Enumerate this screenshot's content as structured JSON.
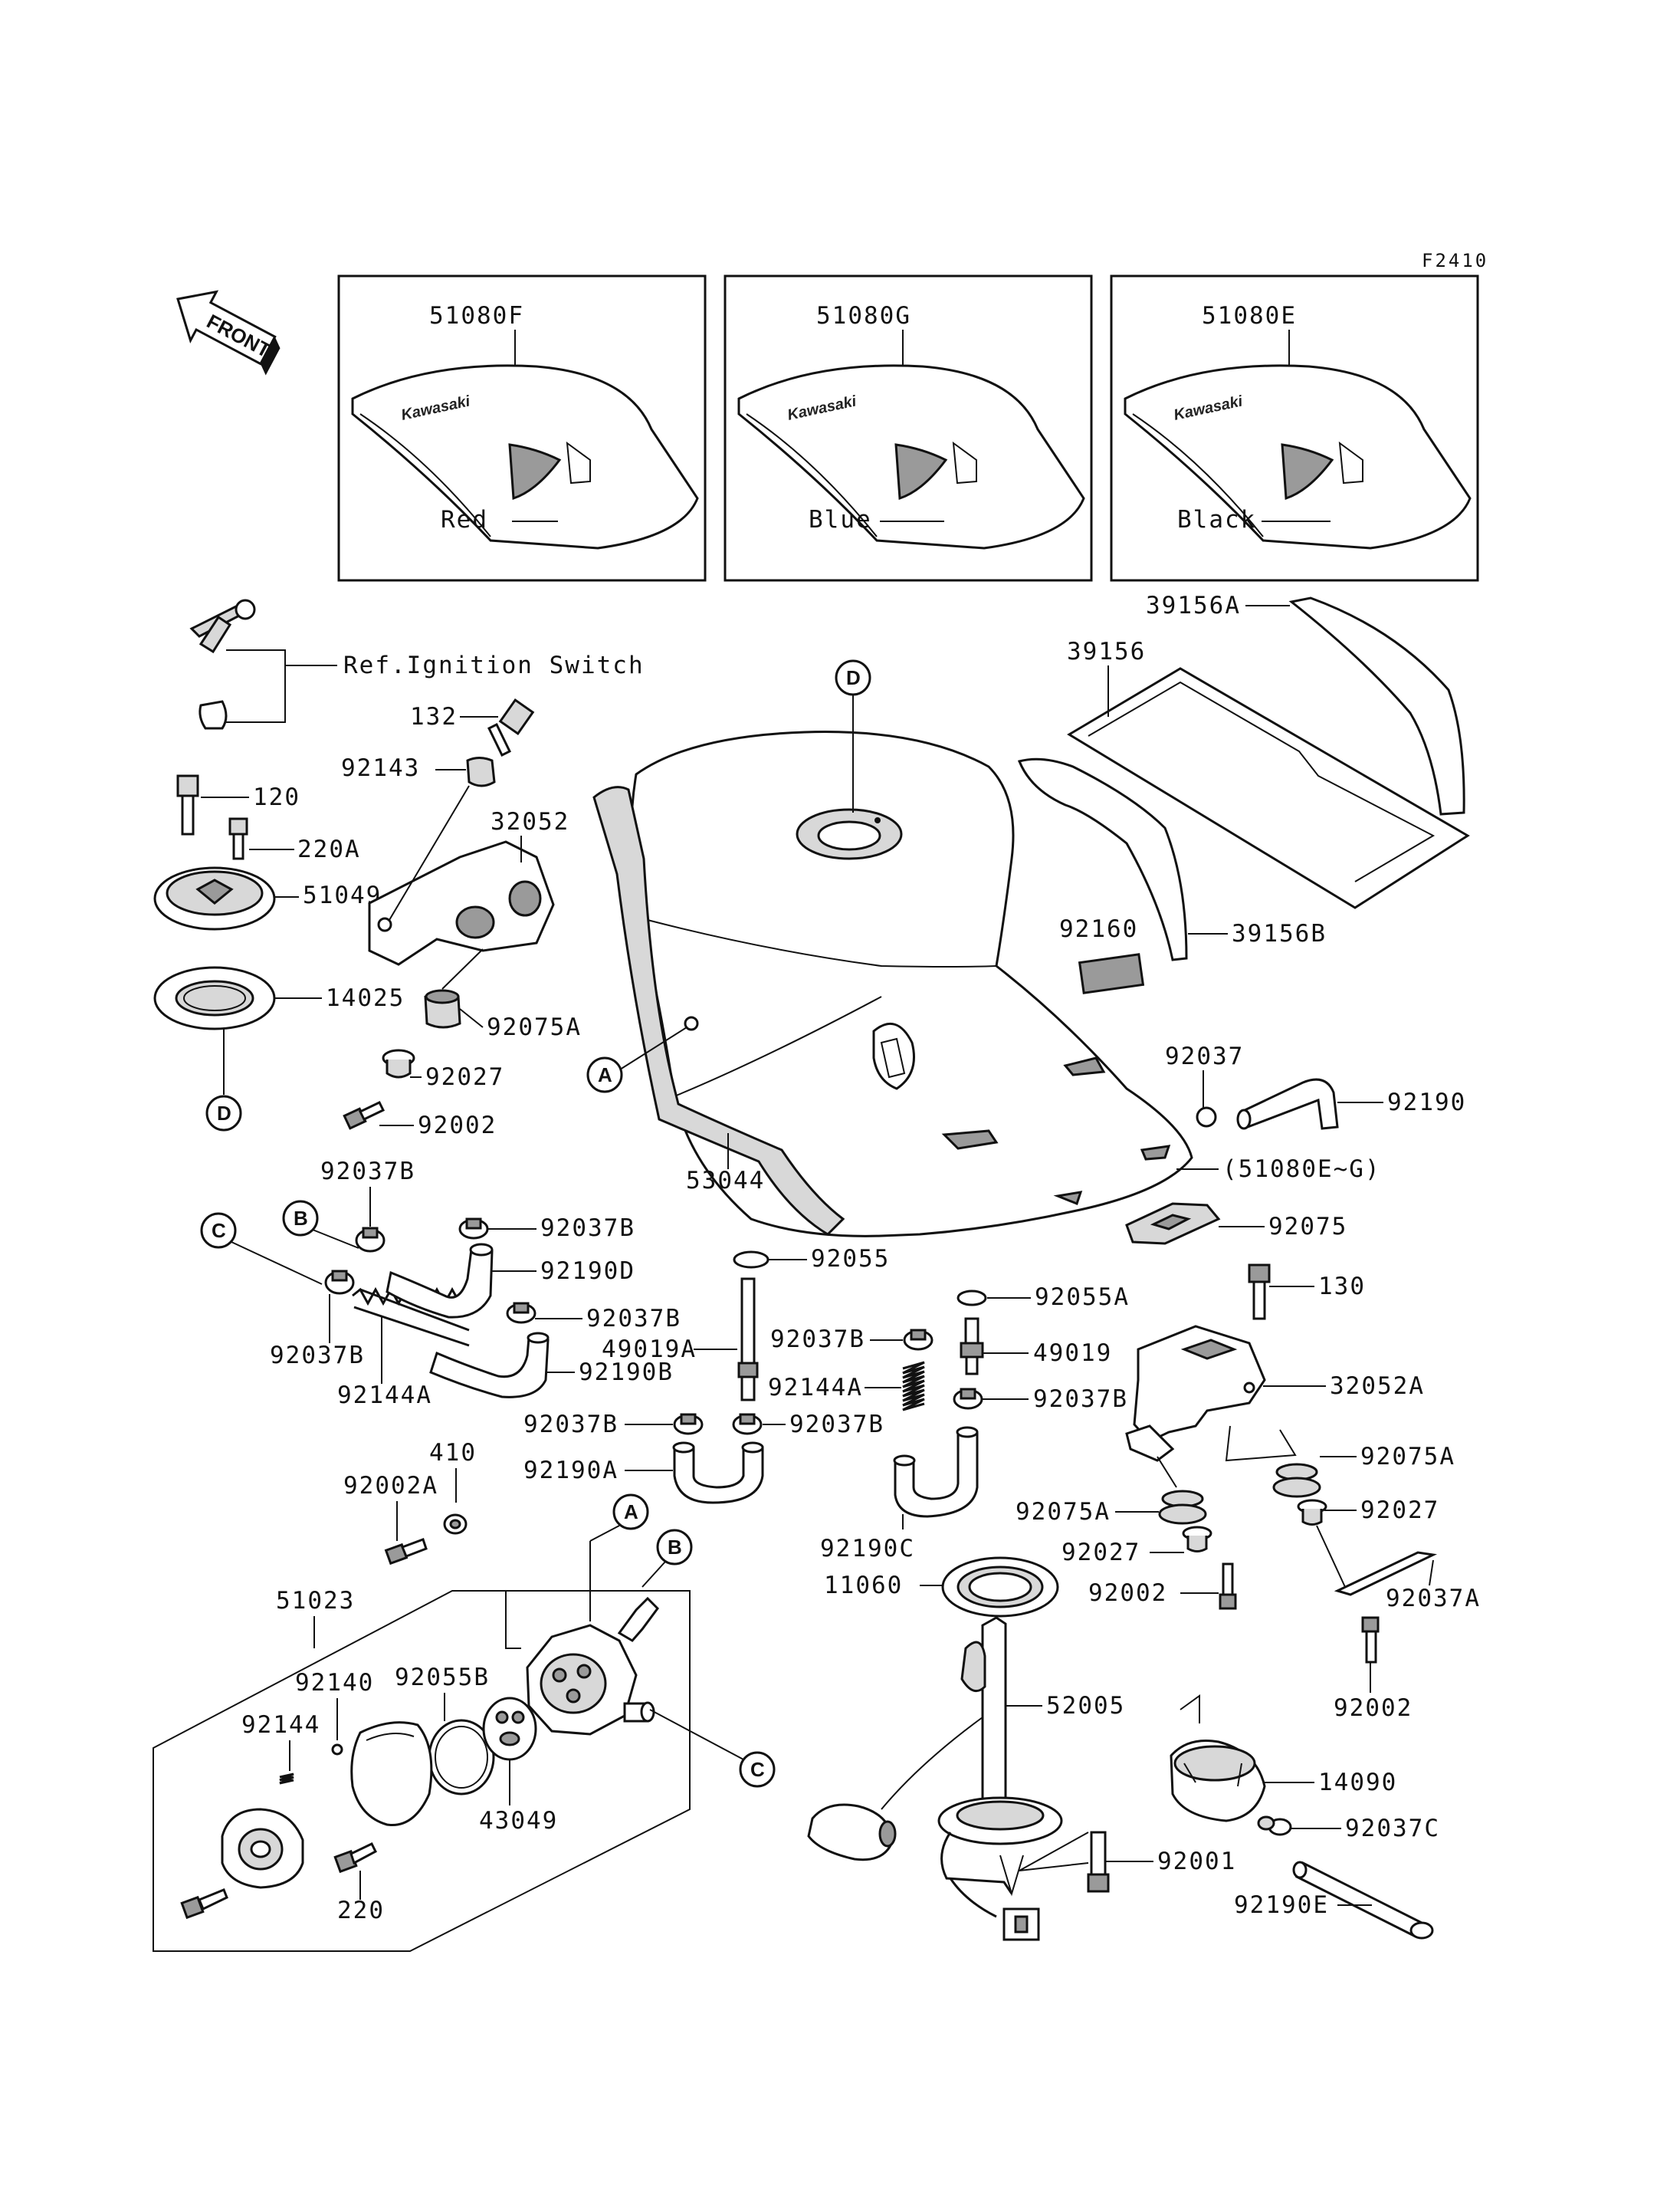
{
  "figure_code": "F2410",
  "front_indicator": "FRONT",
  "ref_note": "Ref.Ignition Switch",
  "callout_letters": {
    "a": "A",
    "b": "B",
    "c": "C",
    "d": "D"
  },
  "logo_text": "Kawasaki",
  "color_variants": [
    {
      "part": "51080F",
      "color": "Red"
    },
    {
      "part": "51080G",
      "color": "Blue"
    },
    {
      "part": "51080E",
      "color": "Black"
    }
  ],
  "parts": {
    "p39156A": "39156A",
    "p39156": "39156",
    "p39156B": "39156B",
    "p92160": "92160",
    "p132": "132",
    "p92143": "92143",
    "p120": "120",
    "p220A": "220A",
    "p32052": "32052",
    "p51049": "51049",
    "p14025": "14025",
    "p92075A_1": "92075A",
    "p92027_1": "92027",
    "p92002_1": "92002",
    "p53044": "53044",
    "p92037": "92037",
    "p92190": "92190",
    "p51080EG": "(51080E~G)",
    "p92075": "92075",
    "p92037B_1": "92037B",
    "p92037B_2": "92037B",
    "p92190D": "92190D",
    "p92037B_3": "92037B",
    "p92190B": "92190B",
    "p92037B_4": "92037B",
    "p92144A_1": "92144A",
    "p92055": "92055",
    "p49019A": "49019A",
    "p92055A": "92055A",
    "p92037B_5": "92037B",
    "p49019": "49019",
    "p92144A_2": "92144A",
    "p92037B_6": "92037B",
    "p92037B_7": "92037B",
    "p92037B_8": "92037B",
    "p92190A": "92190A",
    "p410": "410",
    "p92002A": "92002A",
    "p92190C": "92190C",
    "p130": "130",
    "p32052A": "32052A",
    "p92075A_2": "92075A",
    "p92075A_3": "92075A",
    "p92027_2": "92027",
    "p92027_3": "92027",
    "p92002_2": "92002",
    "p92037A": "92037A",
    "p92002_3": "92002",
    "p51023": "51023",
    "p92055B": "92055B",
    "p92140": "92140",
    "p92144": "92144",
    "p43049": "43049",
    "p220": "220",
    "p11060": "11060",
    "p52005": "52005",
    "p92001": "92001",
    "p14090": "14090",
    "p92037C": "92037C",
    "p92190E": "92190E"
  }
}
